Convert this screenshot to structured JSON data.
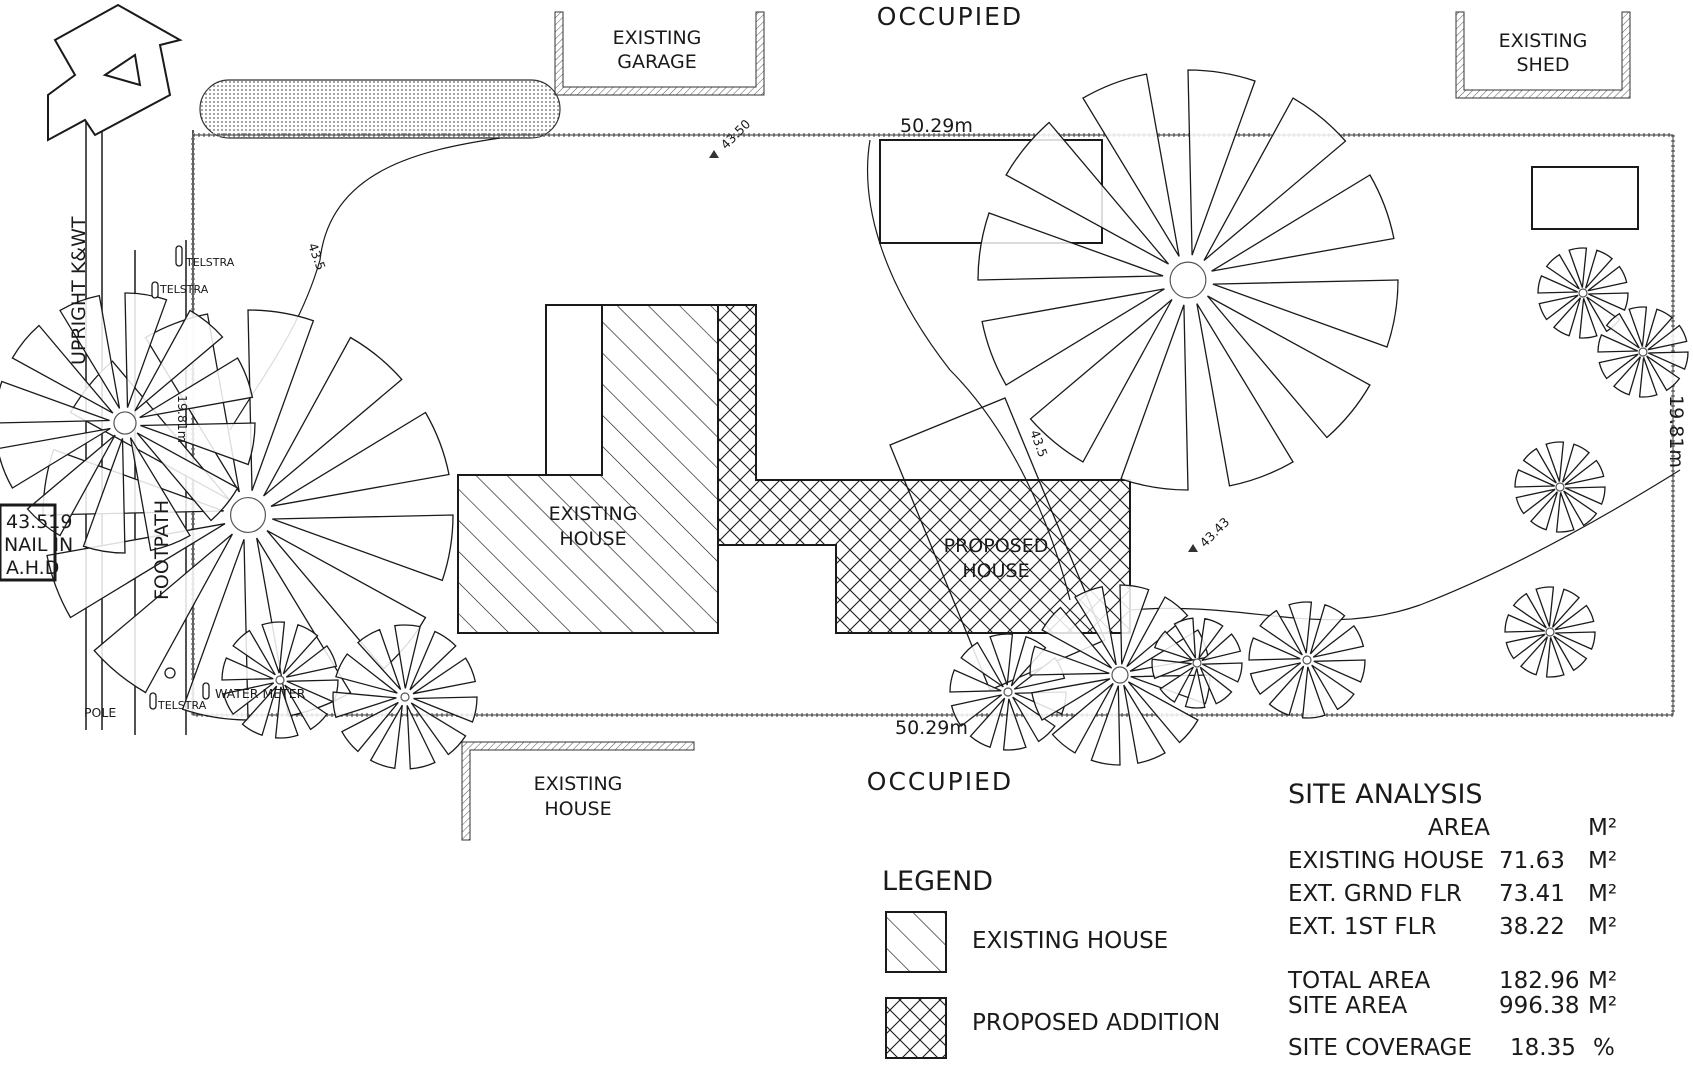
{
  "site_labels": {
    "occupied_top": "OCCUPIED",
    "occupied_bottom": "OCCUPIED",
    "existing_garage_line1": "EXISTING",
    "existing_garage_line2": "GARAGE",
    "existing_shed_line1": "EXISTING",
    "existing_shed_line2": "SHED",
    "existing_house_neighbour_line1": "EXISTING",
    "existing_house_neighbour_line2": "HOUSE",
    "existing_house_line1": "EXISTING",
    "existing_house_line2": "HOUSE",
    "proposed_house_line1": "PROPOSED",
    "proposed_house_line2": "HOUSE",
    "street": "UPRIGHT K&WT",
    "footpath": "FOOTPATH",
    "pole": "POLE",
    "water_meter": "WATER METER",
    "telstra_1": "TELSTRA",
    "telstra_2": "TELSTRA",
    "telstra_3": "TELSTRA",
    "datum_line1": "43.519",
    "datum_line2": "NAIL IN",
    "datum_line3": "A.H.D"
  },
  "dimensions": {
    "top_length": "50.29m",
    "bottom_length": "50.29m",
    "right_width": "19.81m",
    "left_width": "19.81m"
  },
  "levels": {
    "spot_top": "43.50",
    "spot_right": "43.43",
    "contour_left": "43.5",
    "contour_mid": "43.5"
  },
  "legend": {
    "title": "LEGEND",
    "items": [
      {
        "pattern": "diagonal-hatch",
        "label": "EXISTING HOUSE"
      },
      {
        "pattern": "cross-hatch",
        "label": "PROPOSED ADDITION"
      }
    ]
  },
  "site_analysis": {
    "title": "SITE ANALYSIS",
    "header_area": "AREA",
    "header_unit": "M²",
    "rows": [
      {
        "label": "EXISTING HOUSE",
        "value": "71.63",
        "unit": "M²"
      },
      {
        "label": "EXT. GRND FLR",
        "value": "73.41",
        "unit": "M²"
      },
      {
        "label": "EXT. 1ST FLR",
        "value": "38.22",
        "unit": "M²"
      },
      {
        "label": "TOTAL AREA",
        "value": "182.96",
        "unit": "M²"
      },
      {
        "label": "SITE AREA",
        "value": "996.38",
        "unit": "M²"
      },
      {
        "label": "SITE COVERAGE",
        "value": "18.35",
        "unit": "%"
      }
    ]
  },
  "colors": {
    "line": "#1a1a1a",
    "boundary": "#9a9a9a",
    "hedge": "#cfcfcf"
  }
}
